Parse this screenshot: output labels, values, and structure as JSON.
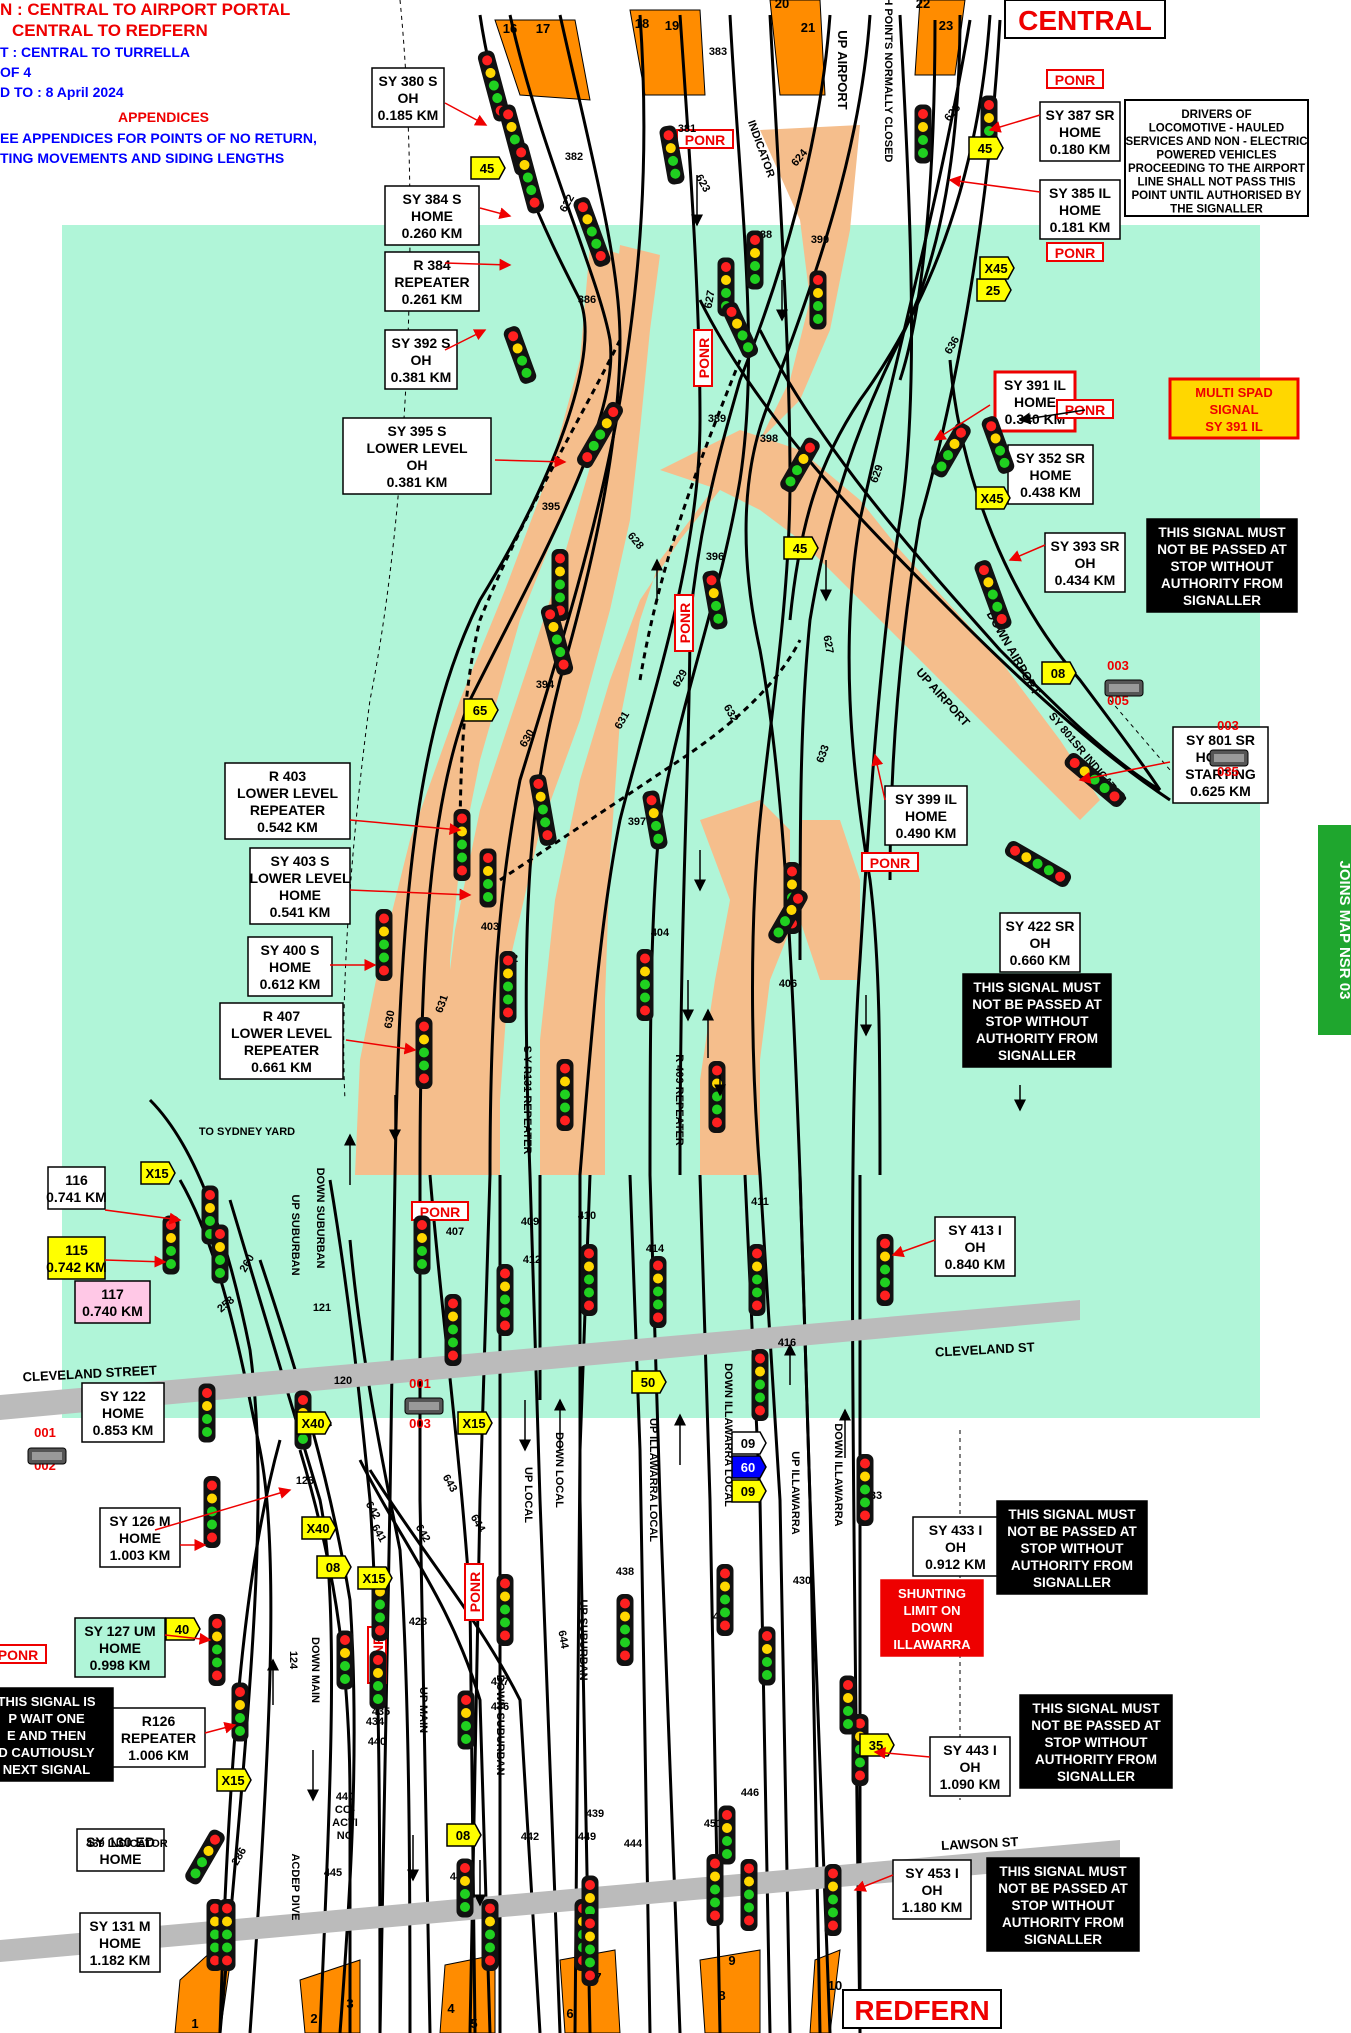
{
  "header": {
    "lines": [
      "N : CENTRAL TO AIRPORT PORTAL",
      "CENTRAL TO REDFERN",
      "T : CENTRAL TO TURRELLA",
      "OF 4",
      "D TO : 8 April 2024",
      "APPENDICES",
      "EE APPENDICES FOR POINTS OF NO RETURN,",
      "TING MOVEMENTS AND SIDING LENGTHS"
    ]
  },
  "stations": {
    "top": "CENTRAL",
    "bottom": "REDFERN"
  },
  "side_tab": "JOINS MAP NSR 03",
  "streets": {
    "cleveland_left": "CLEVELAND STREET",
    "cleveland_right": "CLEVELAND ST",
    "lawson": "LAWSON  ST"
  },
  "platforms": [
    "16",
    "17",
    "18",
    "19",
    "20",
    "21",
    "22",
    "23",
    "1",
    "2",
    "3",
    "4",
    "5",
    "6",
    "7",
    "8",
    "9",
    "10"
  ],
  "signal_boxes": [
    {
      "lines": [
        "SY 380 S",
        "OH",
        "0.185 KM"
      ]
    },
    {
      "lines": [
        "SY 384 S",
        "HOME",
        "0.260 KM"
      ]
    },
    {
      "lines": [
        "R 384",
        "REPEATER",
        "0.261 KM"
      ]
    },
    {
      "lines": [
        "SY 392 S",
        "OH",
        "0.381 KM"
      ]
    },
    {
      "lines": [
        "SY 395 S",
        "LOWER LEVEL",
        "OH",
        "0.381 KM"
      ]
    },
    {
      "lines": [
        "R 403",
        "LOWER LEVEL",
        "REPEATER",
        "0.542 KM"
      ]
    },
    {
      "lines": [
        "SY 403 S",
        "LOWER LEVEL",
        "HOME",
        "0.541 KM"
      ]
    },
    {
      "lines": [
        "SY 400 S",
        "HOME",
        "0.612 KM"
      ]
    },
    {
      "lines": [
        "R 407",
        "LOWER LEVEL",
        "REPEATER",
        "0.661 KM"
      ]
    },
    {
      "lines": [
        "SY 387 SR",
        "HOME",
        "0.180 KM"
      ]
    },
    {
      "lines": [
        "SY 385 IL",
        "HOME",
        "0.181 KM"
      ]
    },
    {
      "lines": [
        "SY 391 IL",
        "HOME",
        "0.340 KM"
      ]
    },
    {
      "lines": [
        "SY 352 SR",
        "HOME",
        "0.438 KM"
      ]
    },
    {
      "lines": [
        "SY 393 SR",
        "OH",
        "0.434 KM"
      ]
    },
    {
      "lines": [
        "SY 801 SR",
        "HOME /",
        "STARTING",
        "0.625 KM"
      ]
    },
    {
      "lines": [
        "SY 399 IL",
        "HOME",
        "0.490 KM"
      ]
    },
    {
      "lines": [
        "SY 422 SR",
        "OH",
        "0.660 KM"
      ]
    },
    {
      "lines": [
        "116",
        "0.741 KM"
      ]
    },
    {
      "lines": [
        "115",
        "0.742 KM"
      ]
    },
    {
      "lines": [
        "117",
        "0.740 KM"
      ]
    },
    {
      "lines": [
        "SY 413 I",
        "OH",
        "0.840 KM"
      ]
    },
    {
      "lines": [
        "SY 122",
        "HOME",
        "0.853 KM"
      ]
    },
    {
      "lines": [
        "SY 126 M",
        "HOME",
        "1.003 KM"
      ]
    },
    {
      "lines": [
        "SY 127 UM",
        "HOME",
        "0.998 KM"
      ]
    },
    {
      "lines": [
        "R126",
        "REPEATER",
        "1.006 KM"
      ]
    },
    {
      "lines": [
        "SY 130 ED",
        "HOME"
      ]
    },
    {
      "lines": [
        "SY 131 M",
        "HOME",
        "1.182 KM"
      ]
    },
    {
      "lines": [
        "SY 433 I",
        "OH",
        "0.912 KM"
      ]
    },
    {
      "lines": [
        "SY 443 I",
        "OH",
        "1.090 KM"
      ]
    },
    {
      "lines": [
        "SY 453 I",
        "OH",
        "1.180 KM"
      ]
    }
  ],
  "notices": {
    "drivers": [
      "DRIVERS OF",
      "LOCOMOTIVE - HAULED",
      "SERVICES AND NON - ELECTRIC",
      "POWERED VEHICLES",
      "PROCEEDING TO THE AIRPORT",
      "LINE SHALL NOT  PASS THIS",
      "POINT UNTIL AUTHORISED BY",
      "THE SIGNALLER"
    ],
    "must_not_pass": [
      "THIS SIGNAL MUST",
      "NOT BE PASSED AT",
      "STOP WITHOUT",
      "AUTHORITY FROM",
      "SIGNALLER"
    ],
    "multi_spad": [
      "MULTI SPAD",
      "SIGNAL",
      "SY 391 IL"
    ],
    "shunting": [
      "SHUNTING",
      "LIMIT ON",
      "DOWN",
      "ILLAWARRA"
    ],
    "wait": [
      "THIS SIGNAL IS",
      "P  WAIT ONE",
      "E AND THEN",
      "D CAUTIOUSLY",
      "NEXT SIGNAL"
    ],
    "ponr": "PONR"
  },
  "line_labels": [
    "UP AIRPORT",
    "CATCH POINTS NORMALLY CLOSED",
    "INDICATOR",
    "DOWN AIRPORT",
    "UP AIRPORT",
    "SY 801SR INDICATOR",
    "TO SYDNEY YARD",
    "DOWN SUBURBAN",
    "UP SUBURBAN",
    "UP LOCAL",
    "DOWN LOCAL",
    "UP ILLAWARRA LOCAL",
    "DOWN ILLAWARRA LOCAL",
    "UP ILLAWARRA",
    "DOWN ILLAWARRA",
    "DOWN MAIN",
    "UP MAIN",
    "DOWN SUBURBAN",
    "UP SUBURBAN",
    "439 INDICATOR",
    "ACDEP DIVE",
    "S Y R131 REPEATER",
    "R 409 REPEATER",
    "R 411 REPEATER"
  ],
  "point_numbers": [
    "622",
    "623",
    "624",
    "625",
    "627",
    "628",
    "629",
    "630",
    "631",
    "632",
    "633",
    "636",
    "627",
    "629",
    "630",
    "631",
    "260",
    "258",
    "641",
    "642",
    "643",
    "644",
    "641",
    "642",
    "644",
    "286",
    "124"
  ],
  "signal_numbers": [
    "383",
    "382",
    "381",
    "386",
    "388",
    "390",
    "389",
    "395",
    "396",
    "398",
    "394",
    "397",
    "403",
    "402",
    "404",
    "406",
    "407",
    "409",
    "410",
    "411",
    "412",
    "414",
    "416",
    "121",
    "120",
    "123",
    "433",
    "430",
    "428",
    "434",
    "435",
    "436",
    "437",
    "438",
    "439",
    "440",
    "441",
    "442",
    "444",
    "445",
    "446",
    "447",
    "449",
    "451"
  ],
  "speed_signs": [
    "45",
    "45",
    "25",
    "X45",
    "X45",
    "X40",
    "45",
    "65",
    "08",
    "X15",
    "50",
    "X15",
    "X40",
    "08",
    "X15",
    "40",
    "X15",
    "35",
    "08",
    "09",
    "60",
    "09"
  ],
  "axle_counters": [
    "001",
    "002",
    "001",
    "003",
    "003",
    "005",
    "003",
    "035"
  ],
  "misc": {
    "coacting": [
      "440",
      "CO-",
      "ACTI",
      "NG"
    ]
  }
}
